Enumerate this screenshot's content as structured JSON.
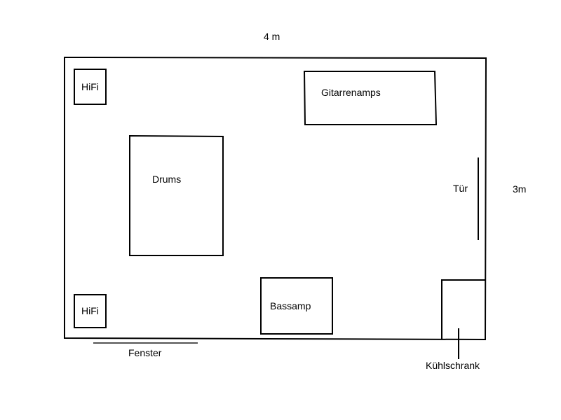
{
  "dimensions": {
    "width_label": "4 m",
    "height_label": "3m"
  },
  "items": {
    "hifi_top": "HiFi",
    "hifi_bottom": "HiFi",
    "guitar_amps": "Gitarrenamps",
    "drums": "Drums",
    "door": "Tür",
    "bass_amp": "Bassamp",
    "window": "Fenster",
    "fridge": "Kühlschrank"
  },
  "colors": {
    "line": "#000000",
    "window": "#555555"
  }
}
